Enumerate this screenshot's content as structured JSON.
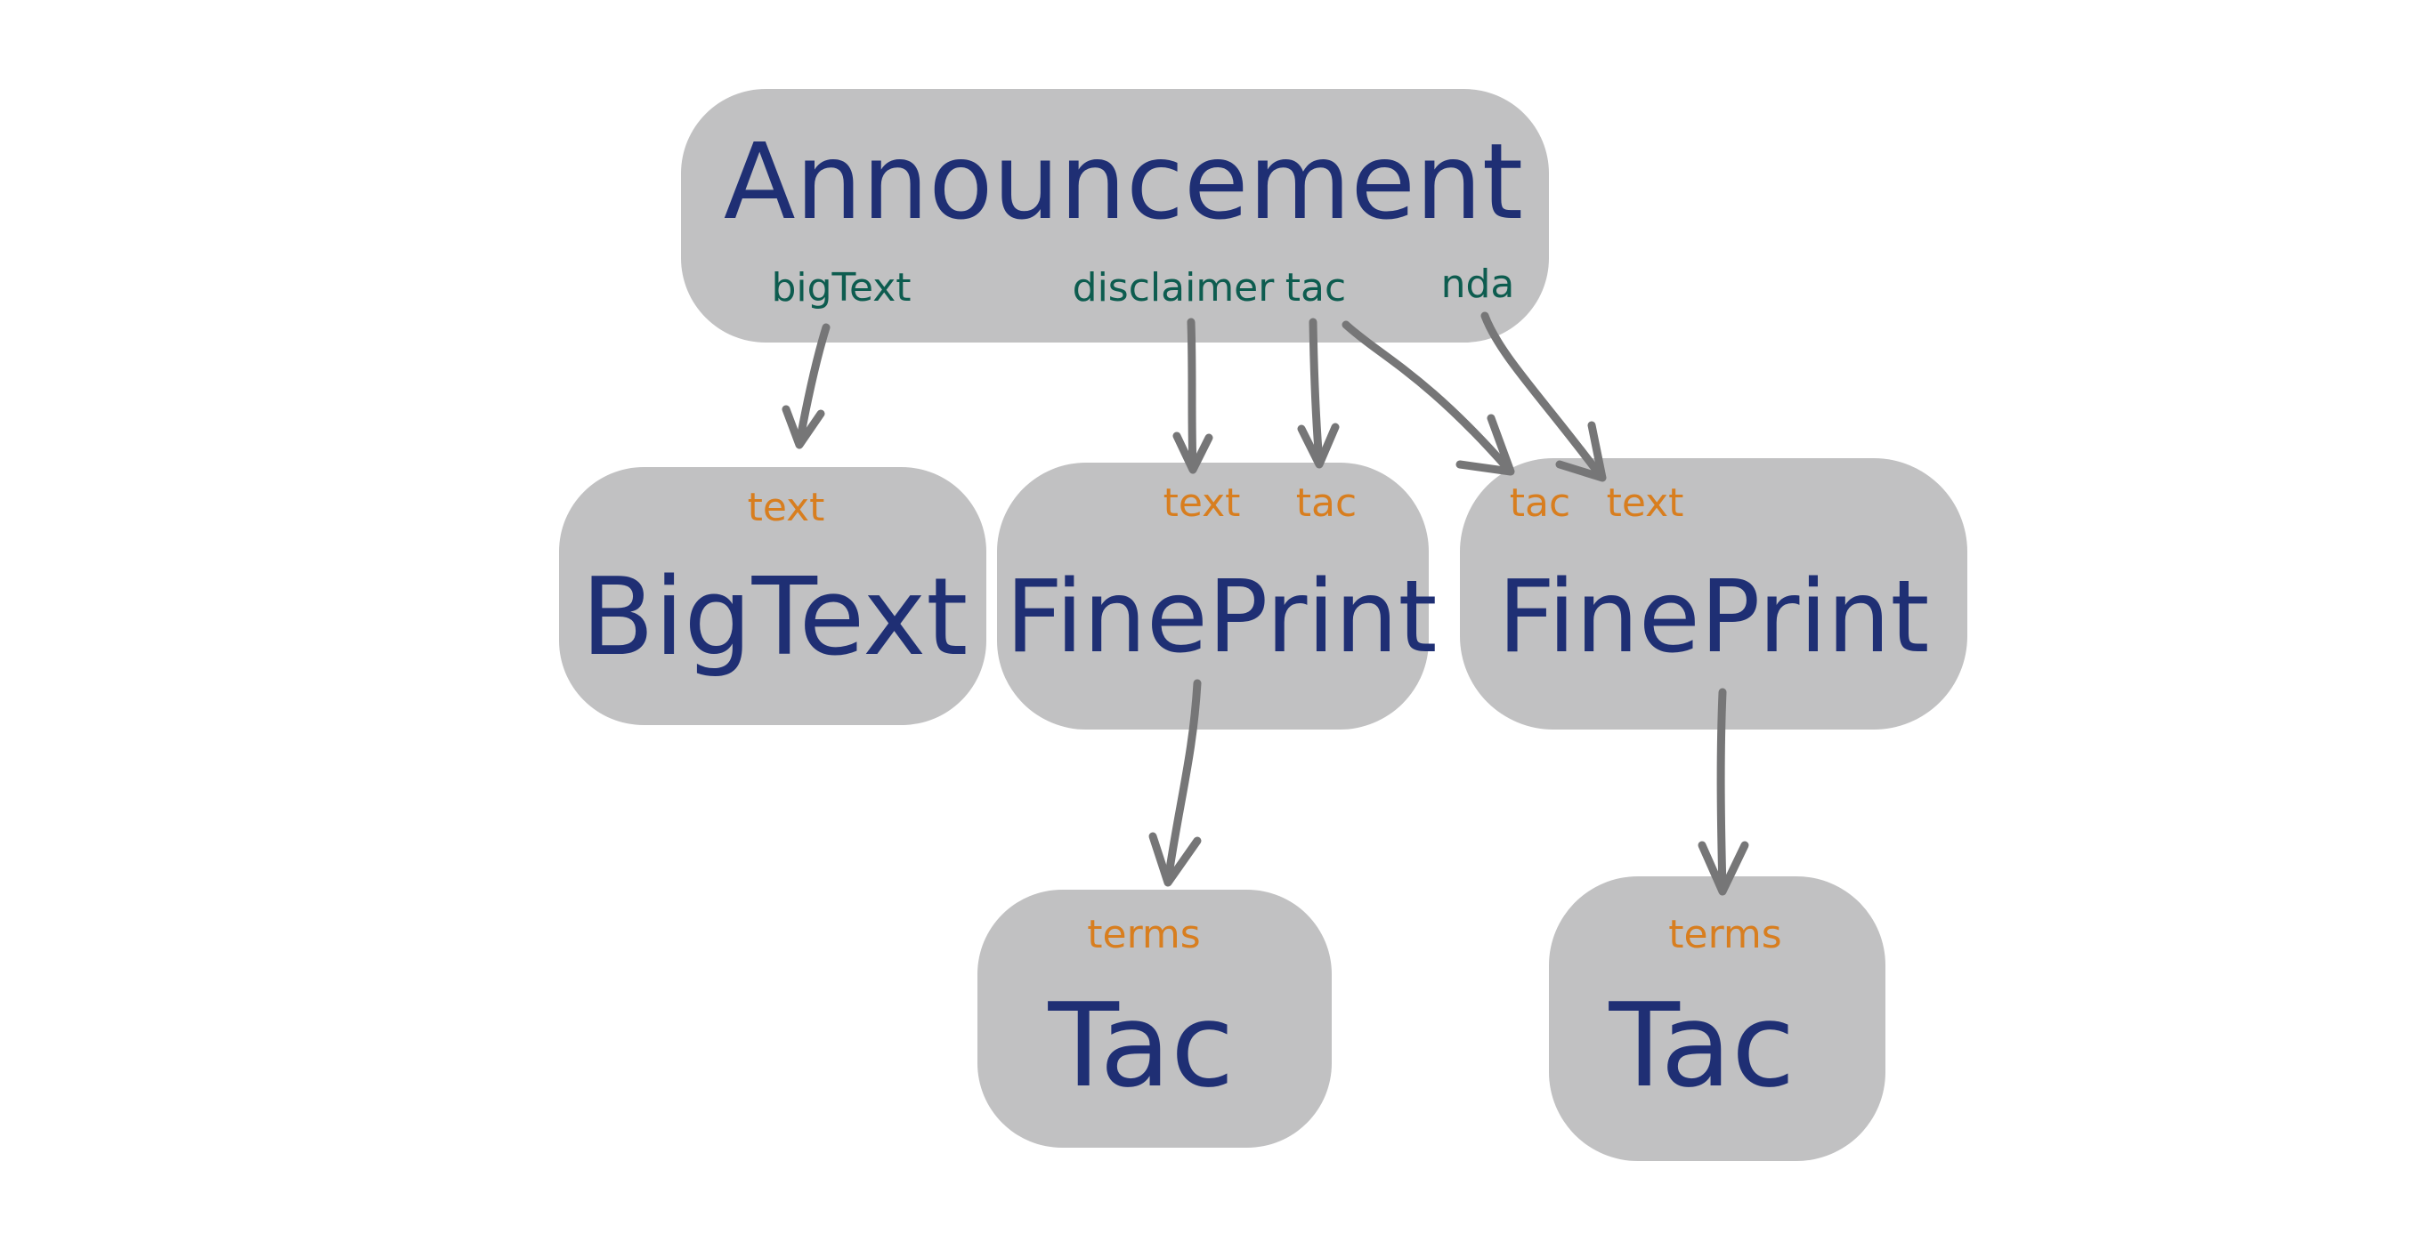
{
  "colors": {
    "node_fill": "#c1c1c2",
    "node_title": "#1f2f74",
    "prop_label": "#0d5c4f",
    "param_label": "#d87e1f",
    "arrow": "#767677",
    "background": "#ffffff"
  },
  "nodes": {
    "announcement": {
      "title": "Announcement",
      "props": {
        "bigtext": "bigText",
        "disclaimer": "disclaimer",
        "tac": "tac",
        "nda": "nda"
      }
    },
    "bigtext": {
      "title": "BigText",
      "params": {
        "text": "text"
      }
    },
    "fineprint1": {
      "title": "FinePrint",
      "params": {
        "text": "text",
        "tac": "tac"
      }
    },
    "fineprint2": {
      "title": "FinePrint",
      "params": {
        "tac": "tac",
        "text": "text"
      }
    },
    "tac1": {
      "title": "Tac",
      "params": {
        "terms": "terms"
      }
    },
    "tac2": {
      "title": "Tac",
      "params": {
        "terms": "terms"
      }
    }
  },
  "edges": [
    {
      "from": "announcement.bigText",
      "to": "bigtext.text"
    },
    {
      "from": "announcement.disclaimer",
      "to": "fineprint1.text"
    },
    {
      "from": "announcement.tac",
      "to": "fineprint1.tac"
    },
    {
      "from": "announcement.tac",
      "to": "fineprint2.tac"
    },
    {
      "from": "announcement.nda",
      "to": "fineprint2.text"
    },
    {
      "from": "fineprint1",
      "to": "tac1.terms"
    },
    {
      "from": "fineprint2",
      "to": "tac2.terms"
    }
  ]
}
